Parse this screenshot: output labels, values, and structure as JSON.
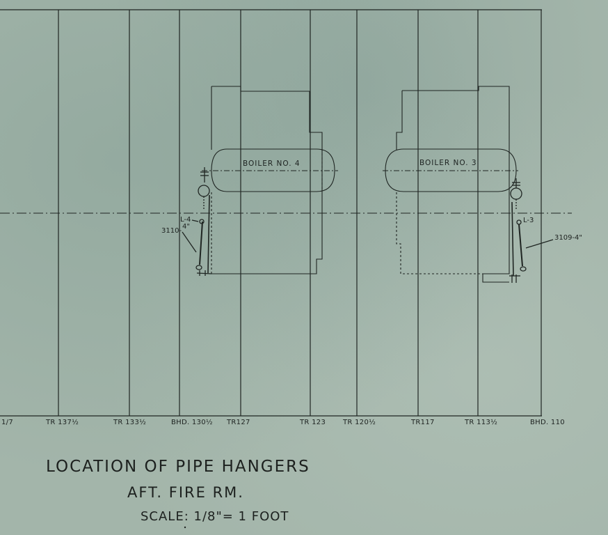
{
  "frames": [
    "1/7",
    "TR 137½",
    "TR 133½",
    "BHD. 130½",
    "TR127",
    "TR 123",
    "TR 120½",
    "TR117",
    "TR 113½",
    "BHD. 110"
  ],
  "boilers": {
    "left": "BOILER NO. 4",
    "right": "BOILER NO. 3"
  },
  "hangers": {
    "left_tag": "L-4",
    "left_pipe_a": "3110-",
    "left_pipe_b": "4\"",
    "right_tag": "L-3",
    "right_pipe": "3109-4\""
  },
  "title": {
    "line1": "LOCATION OF PIPE HANGERS",
    "line2": "AFT. FIRE RM.",
    "line3": "SCALE: 1/8\"= 1 FOOT"
  }
}
